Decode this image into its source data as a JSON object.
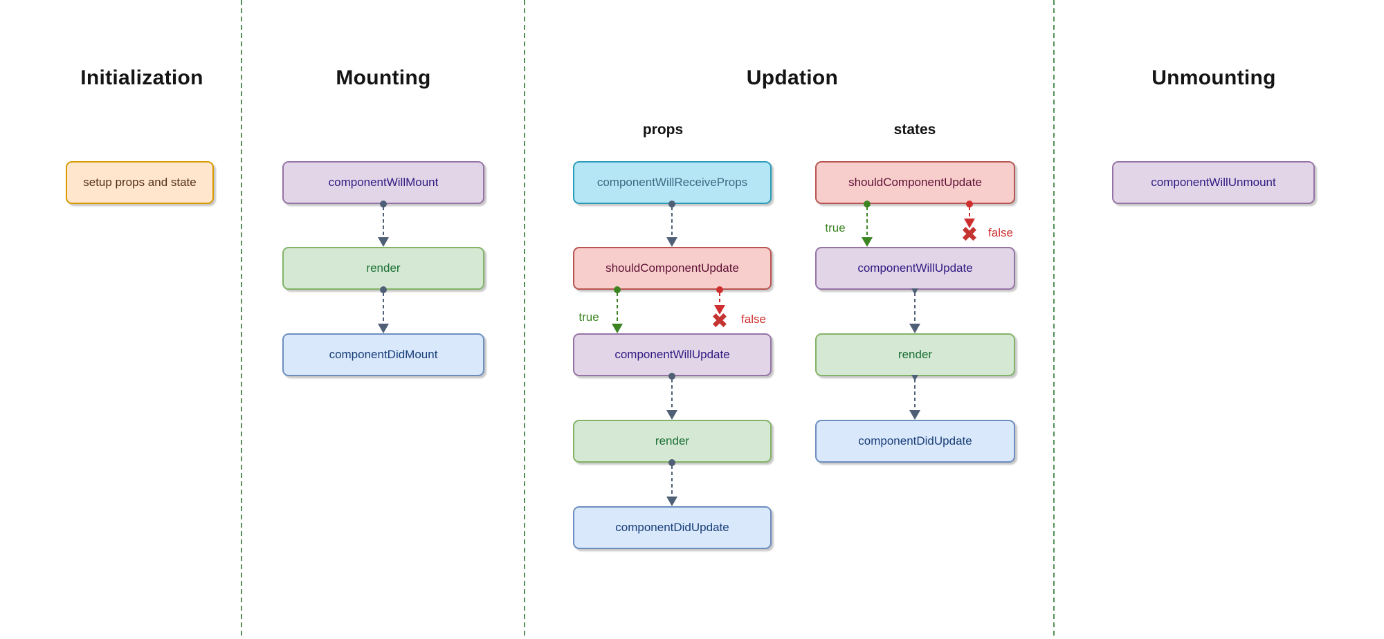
{
  "sections": {
    "initialization": {
      "title": "Initialization"
    },
    "mounting": {
      "title": "Mounting"
    },
    "updation": {
      "title": "Updation",
      "subcolumns": {
        "props": {
          "title": "props"
        },
        "states": {
          "title": "states"
        }
      }
    },
    "unmounting": {
      "title": "Unmounting"
    }
  },
  "nodes": {
    "setup_props_and_state": "setup props and state",
    "mounting_component_will_mount": "componentWillMount",
    "mounting_render": "render",
    "mounting_component_did_mount": "componentDidMount",
    "props_component_will_receive_props": "componentWillReceiveProps",
    "props_should_component_update": "shouldComponentUpdate",
    "props_component_will_update": "componentWillUpdate",
    "props_render": "render",
    "props_component_did_update": "componentDidUpdate",
    "states_should_component_update": "shouldComponentUpdate",
    "states_component_will_update": "componentWillUpdate",
    "states_render": "render",
    "states_component_did_update": "componentDidUpdate",
    "unmounting_component_will_unmount": "componentWillUnmount"
  },
  "branch_labels": {
    "true": "true",
    "false": "false"
  },
  "icons": {
    "false_cross": "✖"
  },
  "colors": {
    "heading_text": "#141414",
    "divider_green": "#549154",
    "orange_fill": "#ffe6cc",
    "orange_border": "#d79b00",
    "orange_text": "#513016",
    "purple_fill": "#e1d5e7",
    "purple_border": "#9673a6",
    "purple_text": "#2f1a82",
    "green_fill": "#d5e8d4",
    "green_border": "#82b366",
    "green_text": "#1b7034",
    "blue_fill": "#dae8fc",
    "blue_border": "#6c8ebf",
    "blue_text": "#173e77",
    "cyan_fill": "#b5e6f6",
    "cyan_border": "#2b9cb8",
    "cyan_text": "#3c6880",
    "red_fill": "#f8cecc",
    "red_border": "#b85450",
    "red_text": "#5d1034",
    "slate_arrow": "#4f6076",
    "true_green": "#3c8422",
    "false_red": "#cf2e2e",
    "cross_red": "#c43431"
  }
}
